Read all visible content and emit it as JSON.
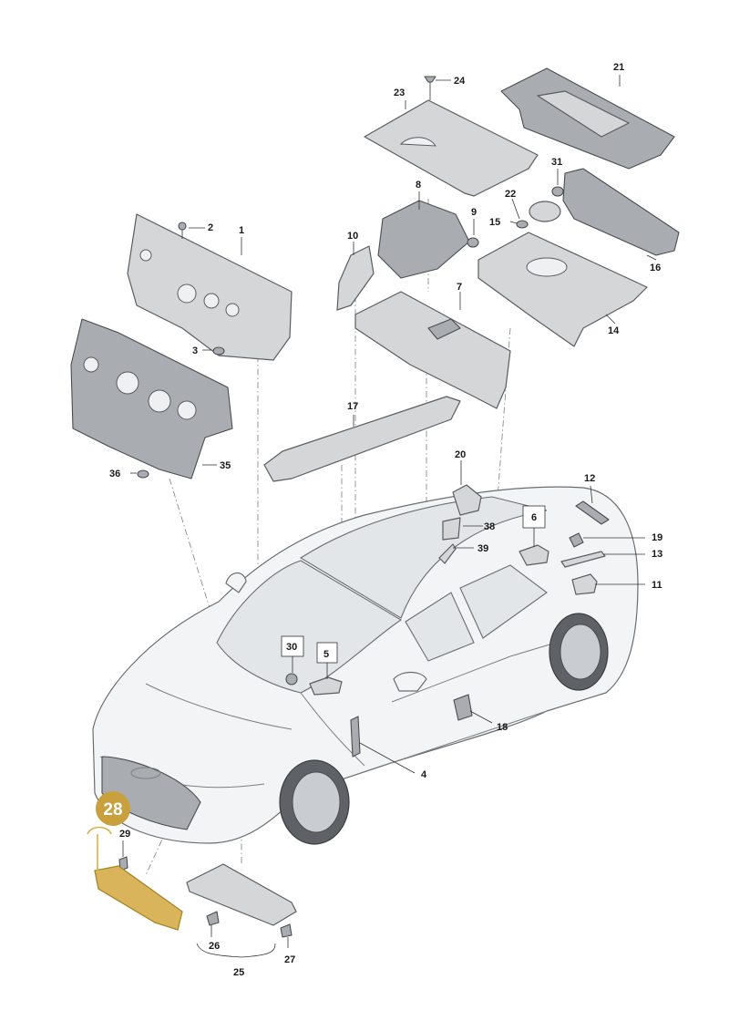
{
  "callouts": {
    "c1": "1",
    "c2": "2",
    "c3": "3",
    "c4": "4",
    "c5": "5",
    "c6": "6",
    "c7": "7",
    "c8": "8",
    "c9": "9",
    "c10": "10",
    "c11": "11",
    "c12": "12",
    "c13": "13",
    "c14": "14",
    "c15": "15",
    "c16": "16",
    "c17": "17",
    "c18": "18",
    "c19": "19",
    "c20": "20",
    "c21": "21",
    "c22": "22",
    "c23": "23",
    "c24": "24",
    "c25": "25",
    "c26": "26",
    "c27": "27",
    "c29": "29",
    "c30": "30",
    "c31": "31",
    "c35": "35",
    "c36": "36",
    "c38": "38",
    "c39": "39"
  },
  "highlight": {
    "label": "28",
    "color": "#c9a03e"
  }
}
